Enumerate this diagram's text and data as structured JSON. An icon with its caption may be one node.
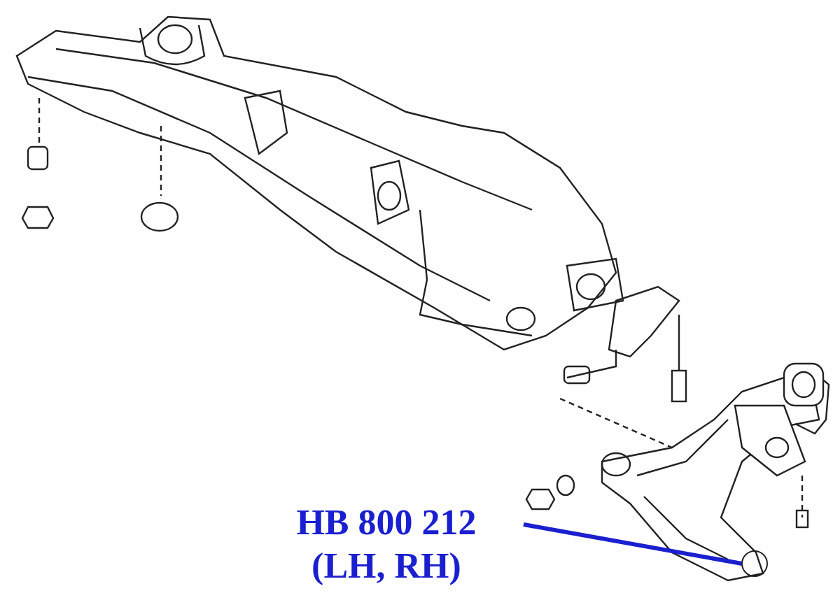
{
  "diagram": {
    "nodes": [
      {
        "text": [
          "HB 800 212",
          "(LH, RH)"
        ]
      },
      {
        "text": [],
        "shape": "circle"
      }
    ],
    "edges": [
      {
        "from": 0,
        "to": 1,
        "arrow": "none"
      }
    ]
  }
}
